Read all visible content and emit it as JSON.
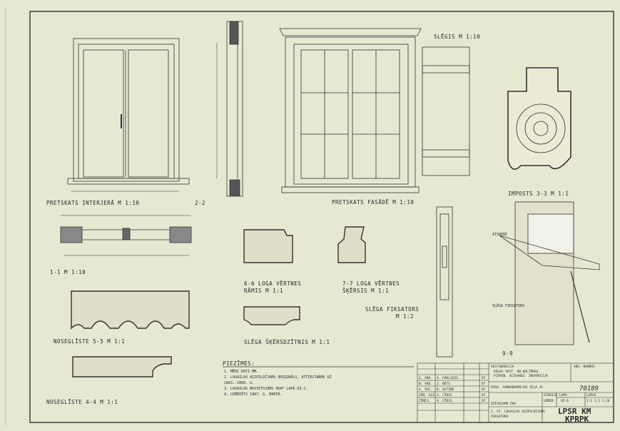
{
  "views": {
    "interior_elevation": "PRETSKATS INTERJERĀ M 1:10",
    "section_2_2": "2-2",
    "facade_elevation": "PRETSKATS FASĀDĒ M 1:10",
    "shutter": "SLĒGIS M 1:10",
    "impost_3_3": "IMPOSTS 3-3 M 1:1",
    "section_1_1": "1-1 M 1:10",
    "section_6_6_a": "6-6 LOGA VĒRTNES",
    "section_6_6_b": "RĀMIS M 1:1",
    "section_7_7_a": "7-7 LOGA VĒRTNES",
    "section_7_7_b": "ŠĶĒRSIS M 1:1",
    "shutter_latch_a": "SLĒGA FIKSATORS",
    "shutter_latch_b": "M 1:2",
    "cover_strip_5_5": "NOSEGLĪSTE 5-5 M 1:1",
    "shutter_crossbar": "SLĒGA ŠĶĒRSDZĪTNIS M 1:1",
    "cover_strip_4_4": "NOSEGLĪSTE 4-4 M 1:1",
    "section_9_9": "9-9",
    "spring": "ATSPERE",
    "latch_note": "SLĒGA FIKSATORS"
  },
  "notes": {
    "title": "PIEZĪMES:",
    "items": [
      "1. MĒRI DOTI MM.",
      "2. LOGAILAS AIZPILDĪJUMS ORIĢINĀLS, ATTIECINĀMS UZ",
      "   1863.-1866. G.",
      "3. LOGAILAS NOVIETOJUMS SKAT LAPĀ UZ-1.",
      "4. UZMĒRĪTS 1987. G. MARTĀ."
    ]
  },
  "title_block": {
    "org": "RESTAURĀCIJA",
    "org_line1": "RĪGAS VĒST. UN KULTŪRAS",
    "org_line2": "PIEMIŅ. AIZSARDZ. INSPEKCIJA",
    "address": "RĪGA, SARKANARMIJAS IELĀ 41",
    "archive_label": "ARH. NUMURS",
    "archive_no": "70189",
    "stage_label": "STADIJA",
    "sheet_label": "LAPA",
    "sheets_label": "LAPAS",
    "stage": "UZMĒR.",
    "sheet": "UZ-6",
    "scale_note": "1:1 1:2 1:10",
    "building": "DZĪVOJAMĀ ĒKA",
    "drawing_title": "1. ST. LOGAILAS AIZPILDĪJUMS",
    "drawing_title2": "PIKSATORS",
    "authority_1": "LPSR KM",
    "authority_2": "KPRPK",
    "people": [
      [
        "G. ARH.",
        "A. PAKLIEVS"
      ],
      [
        "N. VAD.",
        "J. BĒTS"
      ],
      [
        "A. VEC.",
        "R. OLTIŅŠ"
      ],
      [
        "ZĪM. AIZ.",
        "A. CĪRIS"
      ],
      [
        "ZĪMĒJ.",
        "A. CĪRIS"
      ]
    ],
    "dates": [
      "87",
      "87",
      "87",
      "87",
      "87"
    ]
  }
}
